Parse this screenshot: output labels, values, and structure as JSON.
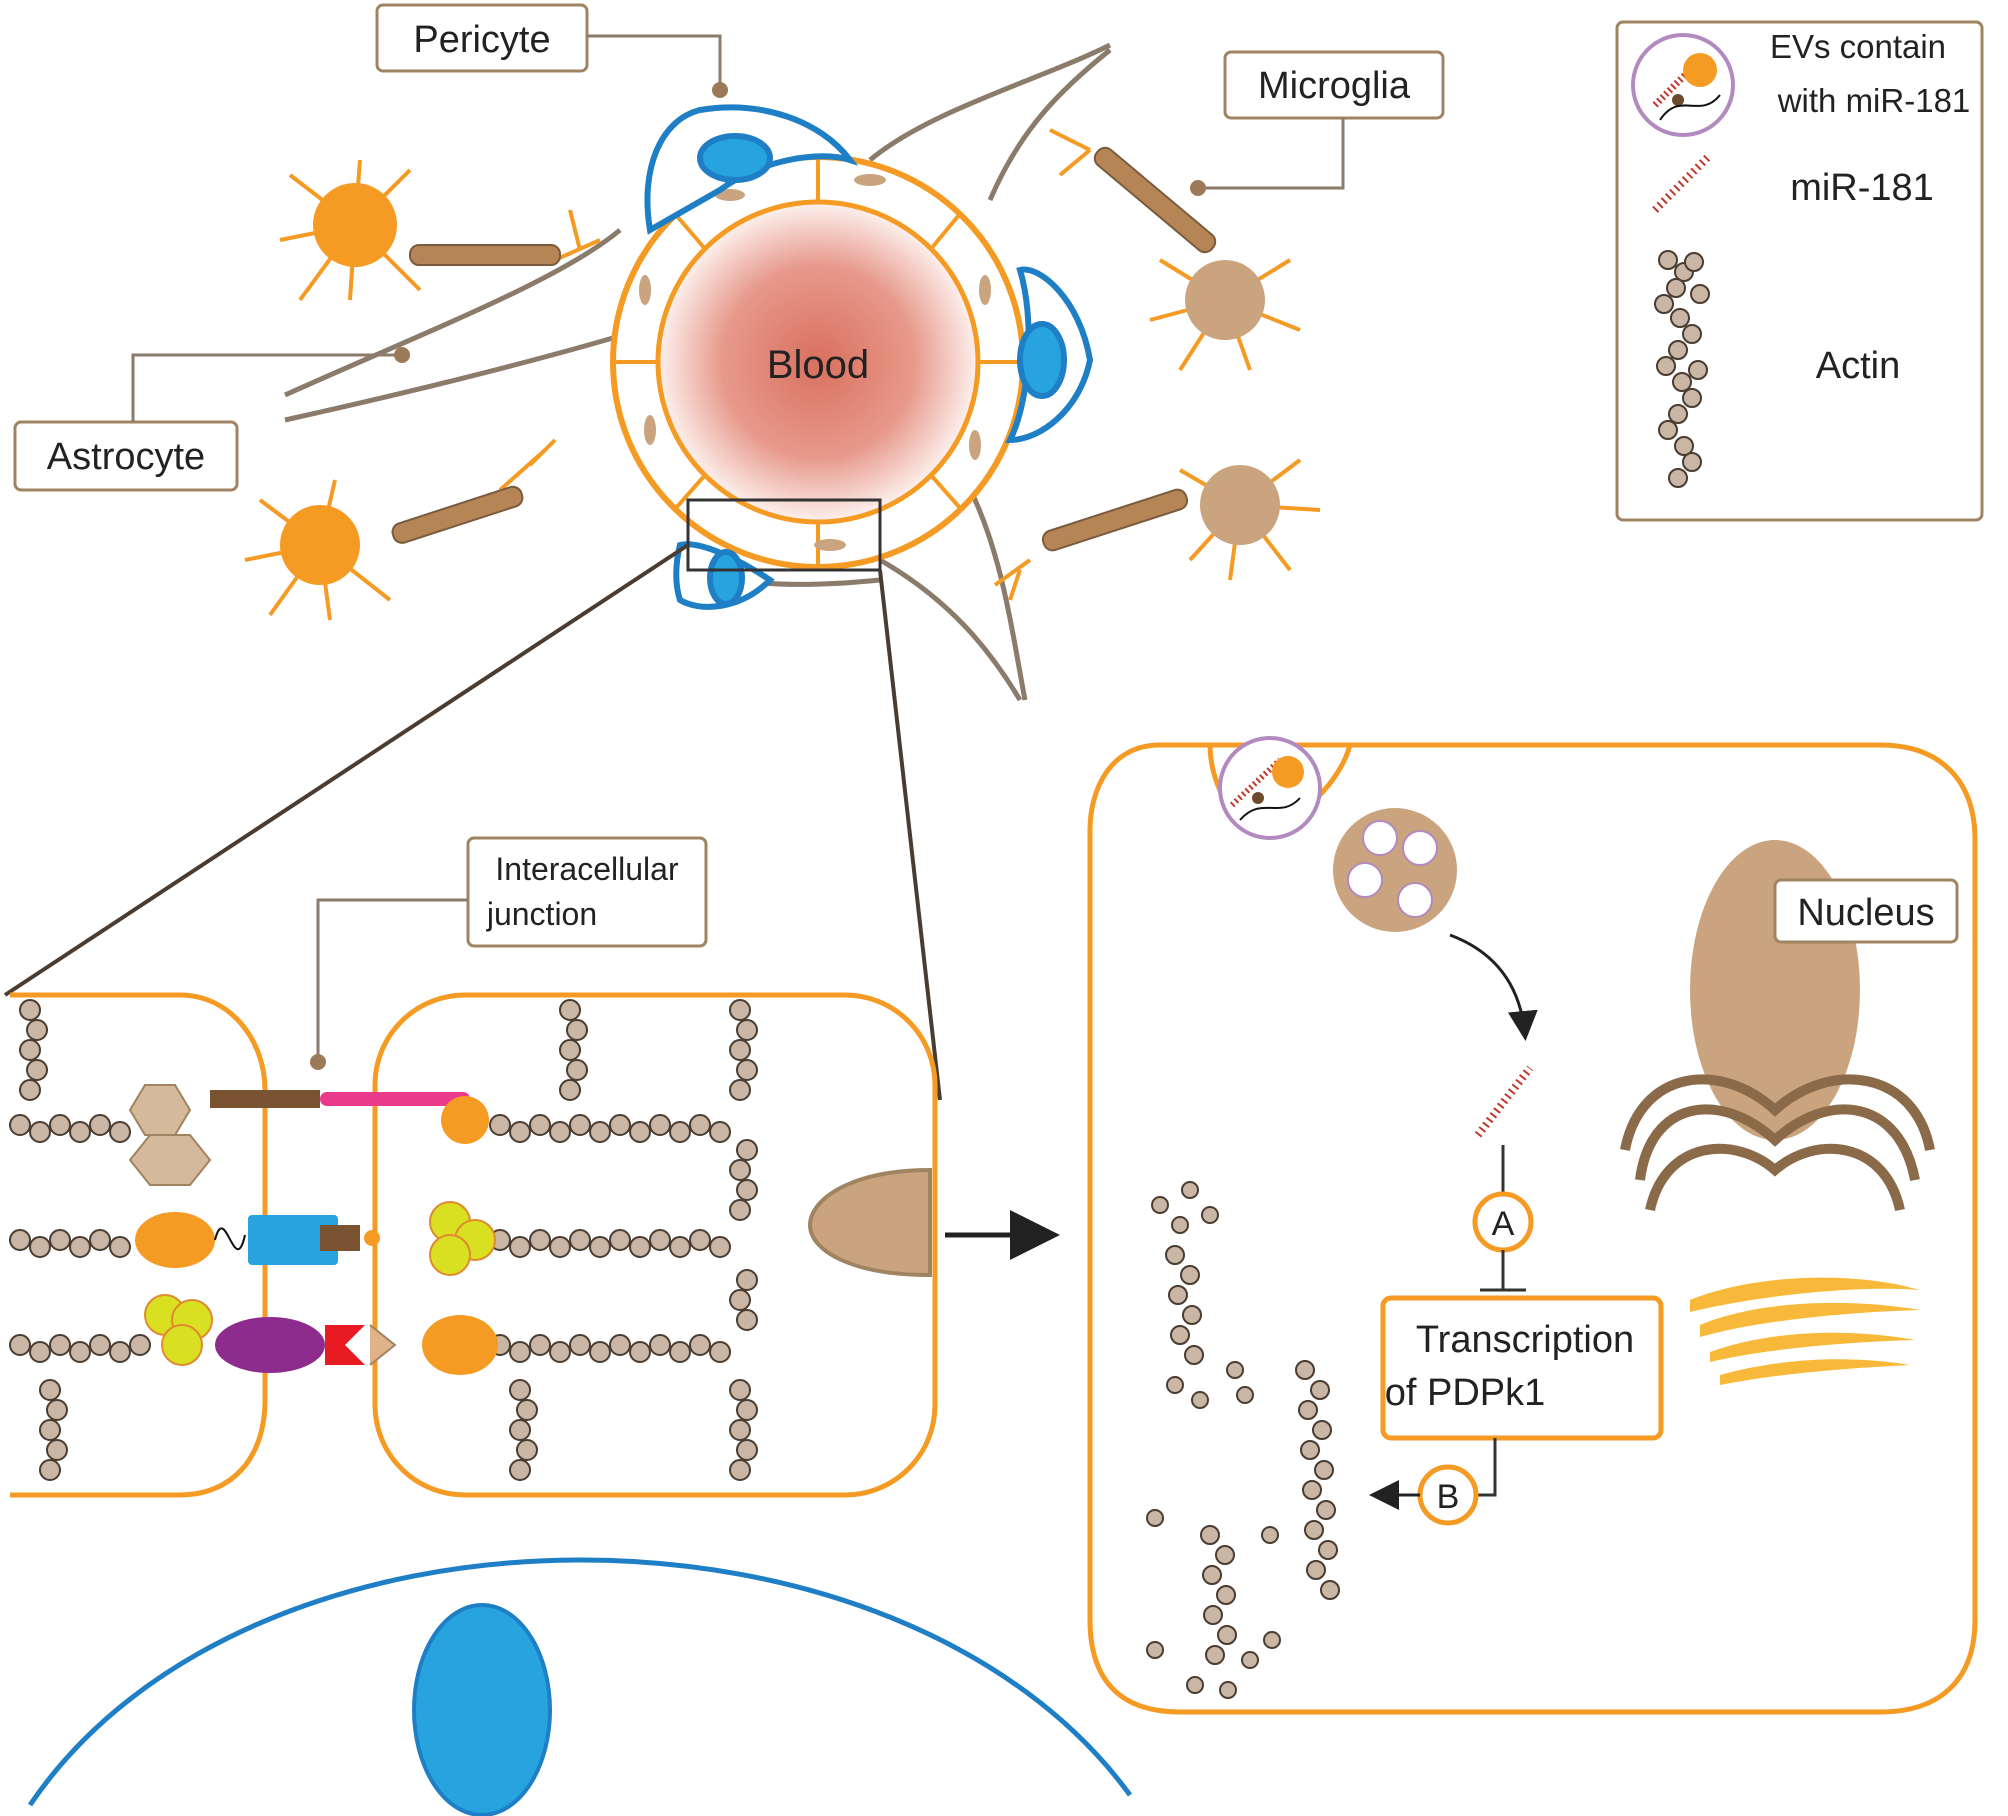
{
  "labels": {
    "pericyte": "Pericyte",
    "microglia": "Microglia",
    "astrocyte": "Astrocyte",
    "blood": "Blood",
    "junction_line1": "Interacellular",
    "junction_line2": "junction",
    "nucleus": "Nucleus",
    "transcription_line1": "Transcription",
    "transcription_line2": "of PDPk1",
    "step_a": "A",
    "step_b": "B"
  },
  "legend": {
    "ev_line1": "EVs contain",
    "ev_line2": "with miR-181",
    "mir": "miR-181",
    "actin": "Actin"
  },
  "colors": {
    "orange": "#f59a23",
    "tan": "#c9a47e",
    "brown": "#8b6a4a",
    "blue": "#1e7fc6",
    "blood_red": "#d9705f",
    "mir_red": "#c0392b",
    "label_border": "#a08462"
  }
}
